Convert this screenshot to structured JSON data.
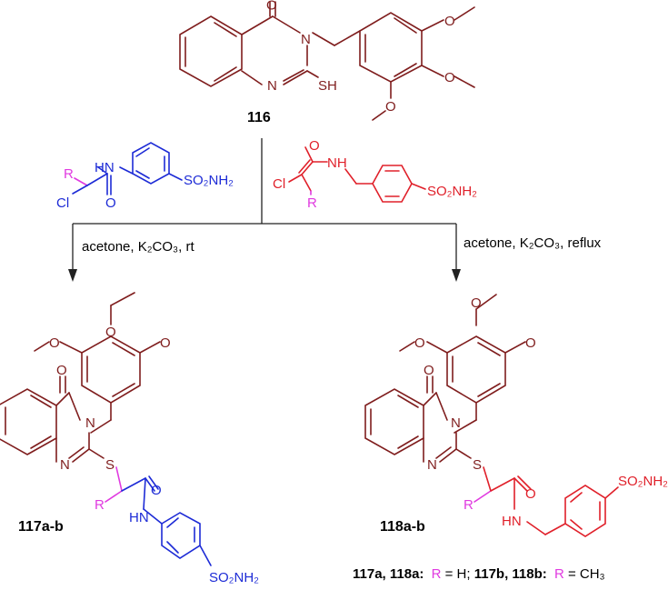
{
  "colors": {
    "dark": "#7f1d1d",
    "blue": "#1d2bd6",
    "red": "#e0202a",
    "magenta": "#e03ae0",
    "black": "#000000"
  },
  "atoms": {
    "O": "O",
    "N": "N",
    "S": "S",
    "SH": "SH",
    "HN": "HN",
    "NH": "NH",
    "Cl": "Cl",
    "R": "R",
    "SO2NH2": "SO₂NH₂"
  },
  "compounds": {
    "start": "116",
    "left_product": "117a-b",
    "right_product": "118a-b"
  },
  "conditions": {
    "left": "acetone, K₂CO₃, rt",
    "right": "acetone, K₂CO₃, reflux"
  },
  "footnote": {
    "part1_bold": "117a, 118a:",
    "r1": "R",
    "part2": " = H; ",
    "part3_bold": "117b, 118b:",
    "r2": "R",
    "part4": " = CH₃"
  }
}
